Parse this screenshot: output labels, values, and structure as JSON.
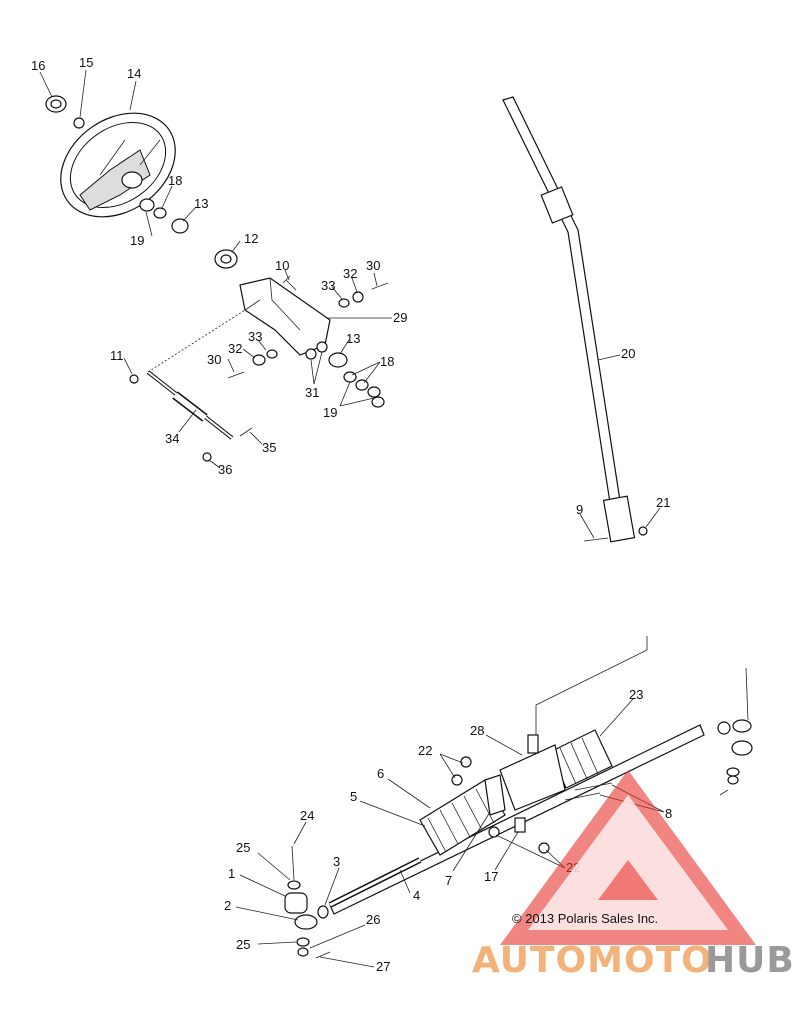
{
  "diagram": {
    "callouts": {
      "c1": "1",
      "c2": "2",
      "c3": "3",
      "c4": "4",
      "c5": "5",
      "c6": "6",
      "c7": "7",
      "c8": "8",
      "c9": "9",
      "c10": "10",
      "c11": "11",
      "c12": "12",
      "c13a": "13",
      "c13b": "13",
      "c14": "14",
      "c15": "15",
      "c16": "16",
      "c17": "17",
      "c18a": "18",
      "c18b": "18",
      "c19a": "19",
      "c19b": "19",
      "c20": "20",
      "c21": "21",
      "c22a": "22",
      "c22b": "22",
      "c23": "23",
      "c24": "24",
      "c25a": "25",
      "c25b": "25",
      "c26": "26",
      "c27": "27",
      "c28": "28",
      "c29": "29",
      "c30a": "30",
      "c30b": "30",
      "c31": "31",
      "c32a": "32",
      "c32b": "32",
      "c33a": "33",
      "c33b": "33",
      "c34": "34",
      "c35": "35",
      "c36": "36"
    },
    "copyright": "© 2013 Polaris Sales Inc.",
    "watermark": {
      "part1": "AUTOMOTO",
      "part2": "HUB"
    }
  },
  "colors": {
    "watermark_red": "#e8332e",
    "watermark_orange": "#f3b27a",
    "watermark_gray": "#9a9a9a"
  }
}
